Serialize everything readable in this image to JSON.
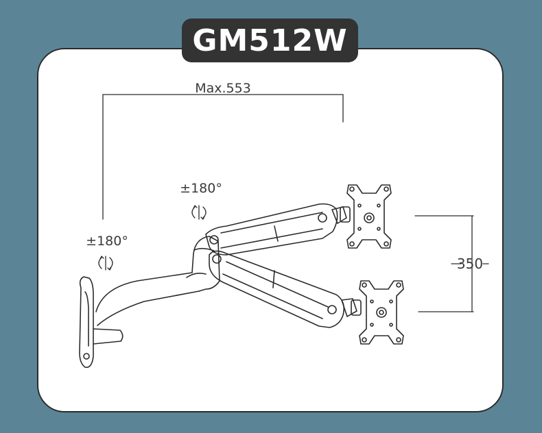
{
  "title": "GM512W",
  "dimensions": {
    "max_reach": "Max.553",
    "height_span": "350"
  },
  "rotations": {
    "upper": "±180°",
    "lower": "±180°"
  },
  "icons": [
    "rotate-icon",
    "rotate-icon"
  ],
  "colors": {
    "background": "#5b8597",
    "panel": "#ffffff",
    "badge": "#333333",
    "line": "#2b2b2b"
  }
}
